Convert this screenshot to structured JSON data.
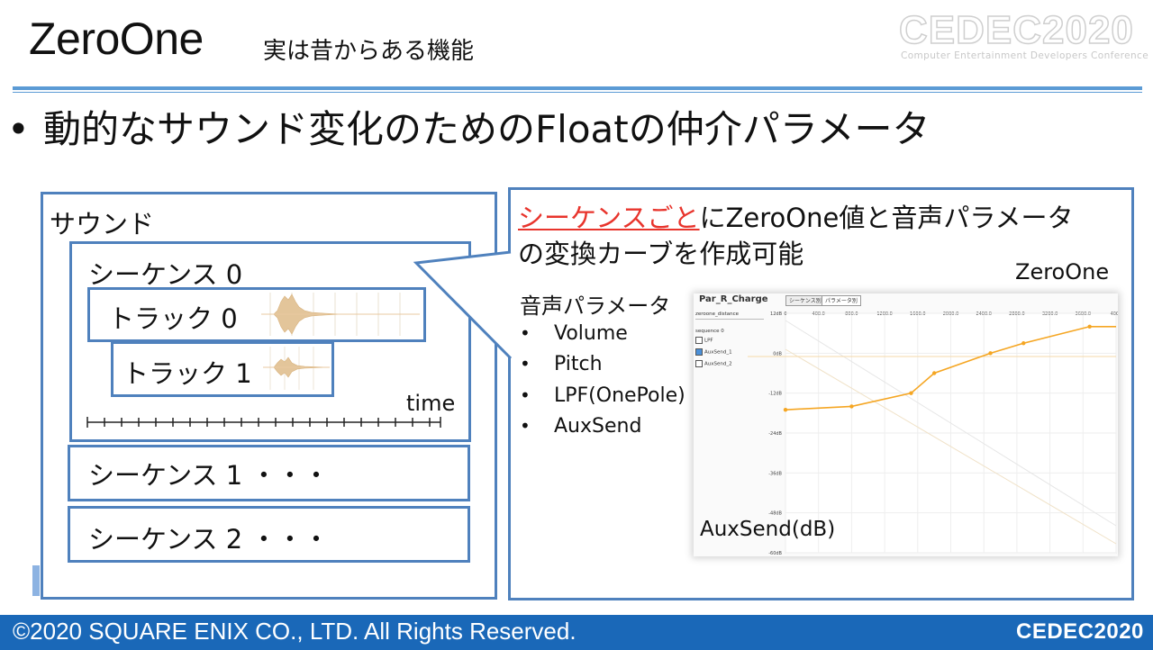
{
  "header": {
    "title": "ZeroOne",
    "subtitle": "実は昔からある機能",
    "logo_main": "CEDEC2020",
    "logo_sub": "Computer Entertainment Developers Conference"
  },
  "main_bullet": "動的なサウンド変化のためのFloatの仲介パラメータ",
  "left_panel": {
    "sound_label": "サウンド",
    "sequence0_label": "シーケンス 0",
    "track0_label": "トラック 0",
    "track1_label": "トラック 1",
    "time_label": "time",
    "sequence1_label": "シーケンス 1 ・・・",
    "sequence2_label": "シーケンス 2 ・・・"
  },
  "right_panel": {
    "desc_highlight": "シーケンスごと",
    "desc_line1_rest": "にZeroOne値と音声パラメータ",
    "desc_line2": "の変換カーブを作成可能",
    "zeroone_label": "ZeroOne",
    "params_title": "音声パラメータ",
    "params": [
      "Volume",
      "Pitch",
      "LPF(OnePole)",
      "AuxSend"
    ],
    "auxsend_label": "AuxSend(dB)"
  },
  "editor": {
    "title": "Par_R_Charge",
    "tab1": "シーケンス別",
    "tab2": "パラメータ別",
    "dropdown": "zeroone_distance",
    "sequence_label": "sequence 0",
    "items": [
      {
        "label": "LPF",
        "checked": false
      },
      {
        "label": "AuxSend_1",
        "checked": true
      },
      {
        "label": "AuxSend_2",
        "checked": false
      }
    ],
    "x_ticks": [
      "0",
      "400.0",
      "800.0",
      "1200.0",
      "1600.0",
      "2000.0",
      "2400.0",
      "2800.0",
      "3200.0",
      "3600.0",
      "4000"
    ],
    "y_ticks": [
      "12dB",
      "0dB",
      "-12dB",
      "-24dB",
      "-36dB",
      "-48dB",
      "-60dB"
    ],
    "curve_points": [
      [
        0,
        -17
      ],
      [
        0.2,
        -16
      ],
      [
        0.38,
        -12
      ],
      [
        0.45,
        -6
      ],
      [
        0.62,
        0
      ],
      [
        0.72,
        3
      ],
      [
        0.92,
        8
      ],
      [
        1,
        8
      ]
    ],
    "accent_color": "#f5a623"
  },
  "footer": {
    "copyright": "©2020 SQUARE ENIX CO., LTD. All Rights Reserved.",
    "logo": "CEDEC2020"
  }
}
